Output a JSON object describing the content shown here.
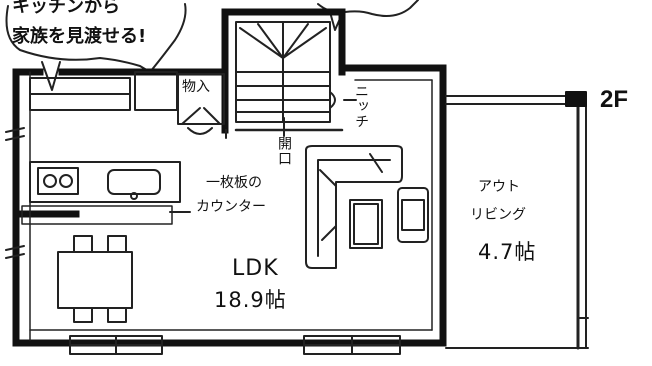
{
  "speech_bubble": {
    "line1": "キッチンから",
    "line2": "家族を見渡せる!"
  },
  "floor_label": "2F",
  "labels": {
    "storage": "物入",
    "stairwell": "開口",
    "niche": "ニッチ",
    "counter_line1": "一枚板の",
    "counter_line2": "カウンター",
    "ldk_name": "LDK",
    "ldk_area": "18.9帖",
    "outdoor_line1": "アウト",
    "outdoor_line2": "リビング",
    "outdoor_area": "4.7帖"
  },
  "colors": {
    "wall": "#111111",
    "line": "#222222",
    "background": "#ffffff"
  }
}
